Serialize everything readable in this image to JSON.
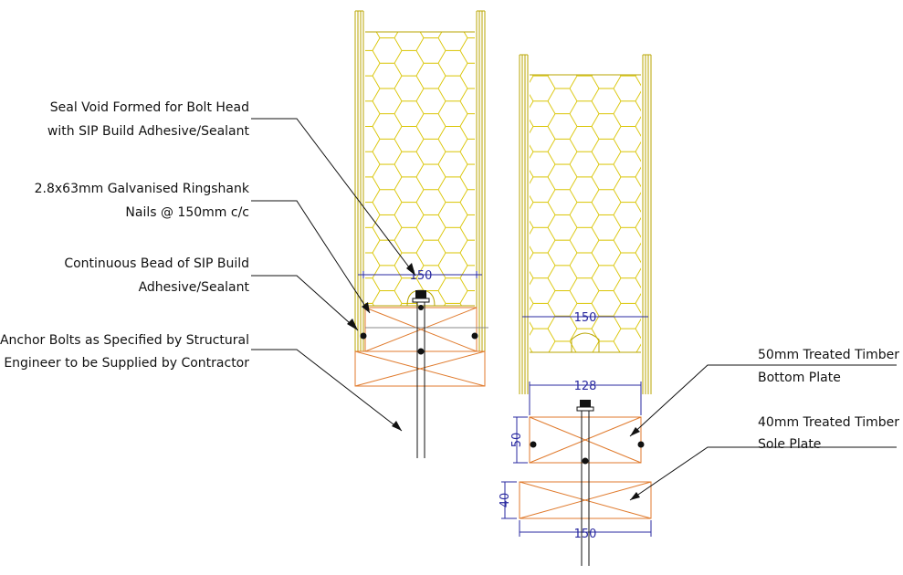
{
  "colors": {
    "panel_edge": "#b8a500",
    "insulation_hex": "#d9c400",
    "timber": "#e07a2c",
    "dimension": "#2a2aa0",
    "leader": "#111111"
  },
  "callouts": {
    "seal_void": [
      "Seal Void Formed for Bolt Head",
      "with SIP Build Adhesive/Sealant"
    ],
    "nails": [
      "2.8x63mm Galvanised Ringshank",
      "Nails @ 150mm c/c"
    ],
    "bead": [
      "Continuous Bead of SIP Build",
      "Adhesive/Sealant"
    ],
    "anchor": [
      "Anchor Bolts as Specified by Structural",
      "Engineer to be Supplied by Contractor"
    ],
    "bottom_plate": [
      "50mm Treated Timber",
      "Bottom Plate"
    ],
    "sole_plate": [
      "40mm Treated Timber",
      "Sole Plate"
    ]
  },
  "dimensions": {
    "left_panel_width": "150",
    "right_panel_width": "150",
    "bottom_plate_width": "128",
    "bottom_plate_height": "50",
    "sole_plate_height": "40",
    "sole_plate_width": "150"
  }
}
